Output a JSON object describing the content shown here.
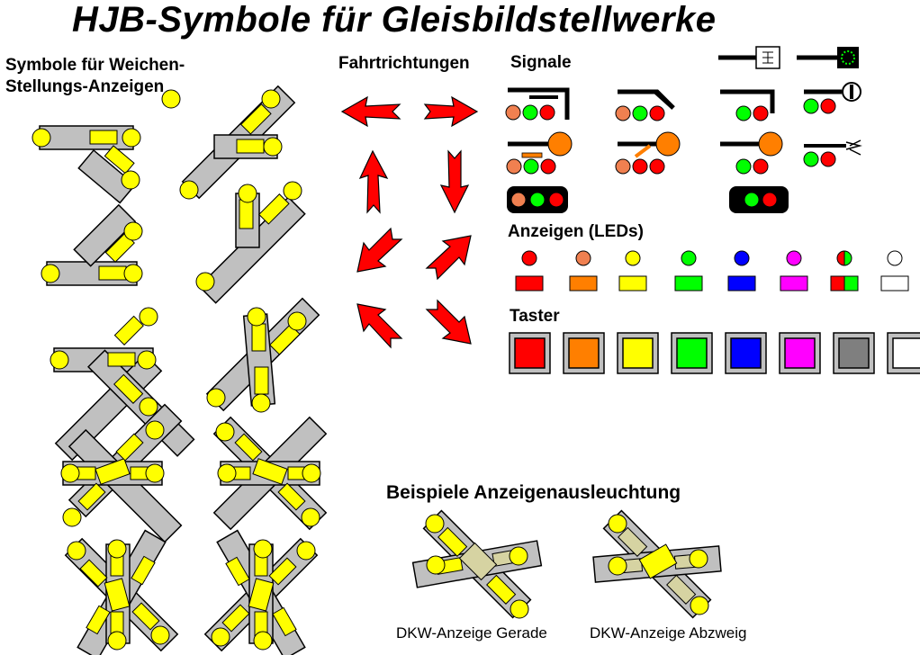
{
  "title": "HJB-Symbole für Gleisbildstellwerke",
  "sections": {
    "switch_symbols_line1": "Symbole für Weichen-",
    "switch_symbols_line2": "Stellungs-Anzeigen",
    "directions": "Fahrtrichtungen",
    "signals": "Signale",
    "leds": "Anzeigen (LEDs)",
    "buttons": "Taster",
    "examples": "Beispiele Anzeigenausleuchtung"
  },
  "examples": [
    {
      "caption": "DKW-Anzeige Gerade"
    },
    {
      "caption": "DKW-Anzeige Abzweig"
    }
  ],
  "colors": {
    "red": "#ff0000",
    "orange": "#ff7f00",
    "salmon": "#f08050",
    "yellow": "#ffff00",
    "green": "#00ff00",
    "blue": "#0000ff",
    "magenta": "#ff00ff",
    "gray": "#7f7f7f",
    "white": "#ffffff",
    "track": "#c0c0c0",
    "dim": "#d6d3a2"
  },
  "leds": [
    "red",
    "salmon",
    "yellow",
    "green",
    "blue",
    "magenta",
    "red-green",
    "white"
  ],
  "buttons": [
    "red",
    "orange",
    "yellow",
    "green",
    "blue",
    "magenta",
    "gray",
    "white"
  ]
}
